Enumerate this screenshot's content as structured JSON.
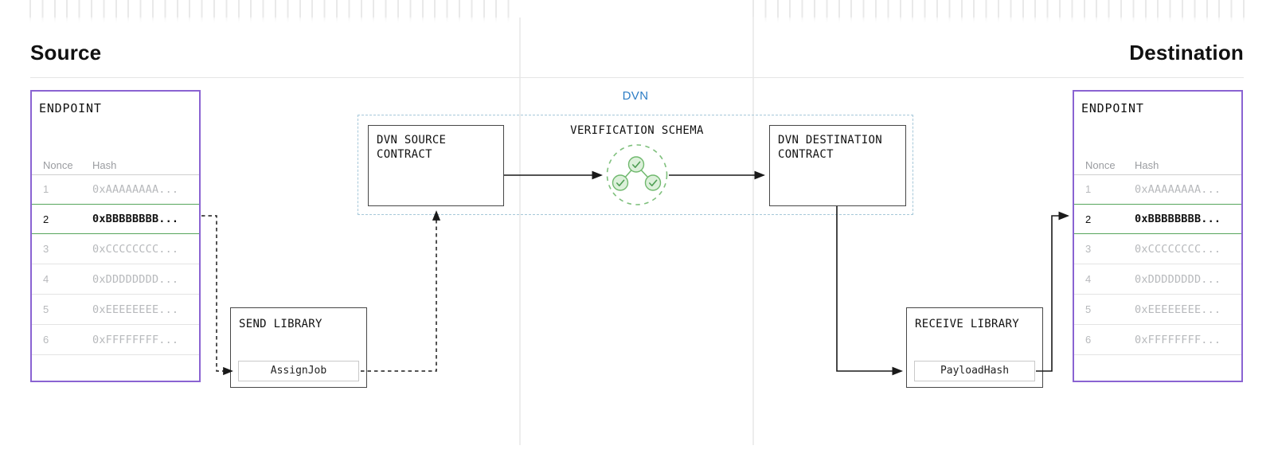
{
  "headings": {
    "source": "Source",
    "destination": "Destination"
  },
  "endpoint": {
    "title": "ENDPOINT",
    "columns": [
      "Nonce",
      "Hash"
    ],
    "active_nonce": "2",
    "rows": [
      {
        "nonce": "1",
        "hash": "0xAAAAAAAA...",
        "active": false
      },
      {
        "nonce": "2",
        "hash": "0xBBBBBBBB...",
        "active": true
      },
      {
        "nonce": "3",
        "hash": "0xCCCCCCCC...",
        "active": false
      },
      {
        "nonce": "4",
        "hash": "0xDDDDDDDD...",
        "active": false
      },
      {
        "nonce": "5",
        "hash": "0xEEEEEEEE...",
        "active": false
      },
      {
        "nonce": "6",
        "hash": "0xFFFFFFFF...",
        "active": false
      }
    ]
  },
  "dvn": {
    "label": "DVN",
    "source_contract": "DVN SOURCE CONTRACT",
    "destination_contract": "DVN DESTINATION CONTRACT",
    "verification_schema": "VERIFICATION SCHEMA",
    "schema_icon": "merkle-check-circles-icon"
  },
  "libraries": {
    "send": {
      "title": "SEND LIBRARY",
      "action": "AssignJob"
    },
    "receive": {
      "title": "RECEIVE LIBRARY",
      "action": "PayloadHash"
    }
  },
  "colors": {
    "endpoint_border": "#8a63d2",
    "active_row_green": "#56a65c",
    "dvn_blue": "#2d7dc5",
    "dvn_dashed_border": "#a6c8d9",
    "schema_green": "#70b96e",
    "schema_fill": "#dcf0da",
    "schema_check": "#4f9e54",
    "arrow": "#1a1a1a"
  }
}
